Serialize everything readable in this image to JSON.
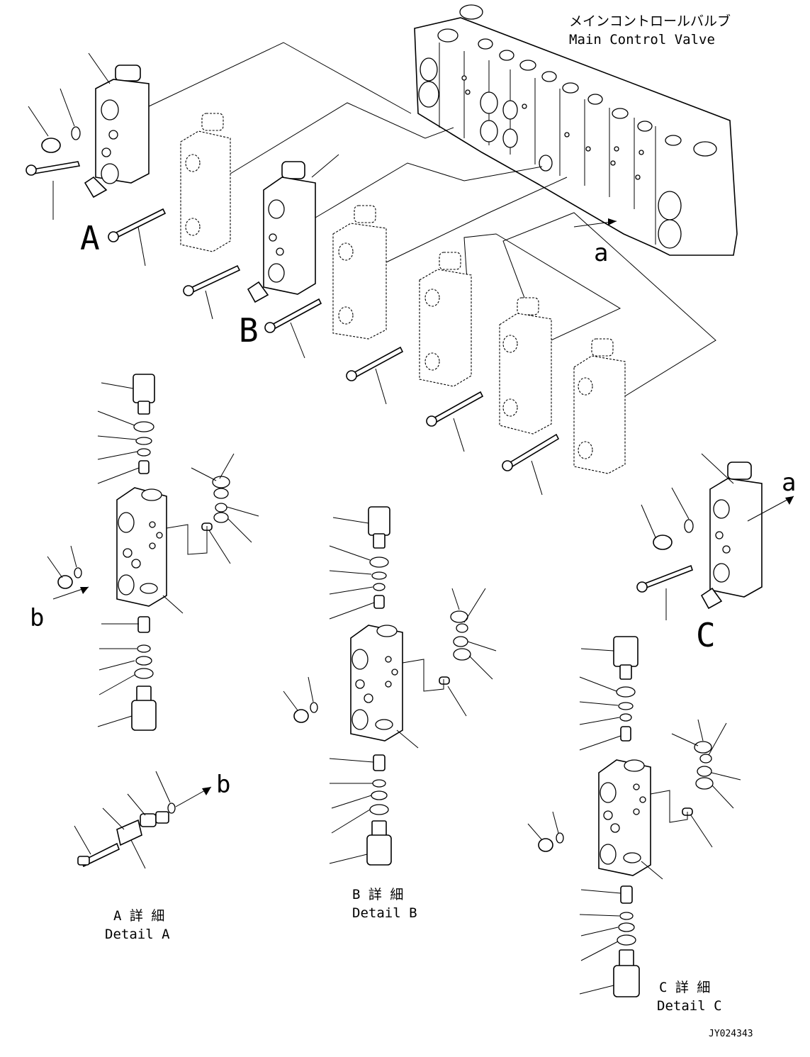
{
  "title": {
    "jp": "メインコントロールバルブ",
    "en": "Main Control Valve"
  },
  "view_labels": {
    "A": "A",
    "B": "B",
    "C": "C",
    "a1": "a",
    "a2": "a",
    "b1": "b",
    "b2": "b"
  },
  "details": {
    "a_jp": "A 詳 細",
    "a_en": "Detail A",
    "b_jp": "B 詳 細",
    "b_en": "Detail B",
    "c_jp": "C 詳 細",
    "c_en": "Detail C"
  },
  "drawing_number": "JY024343"
}
